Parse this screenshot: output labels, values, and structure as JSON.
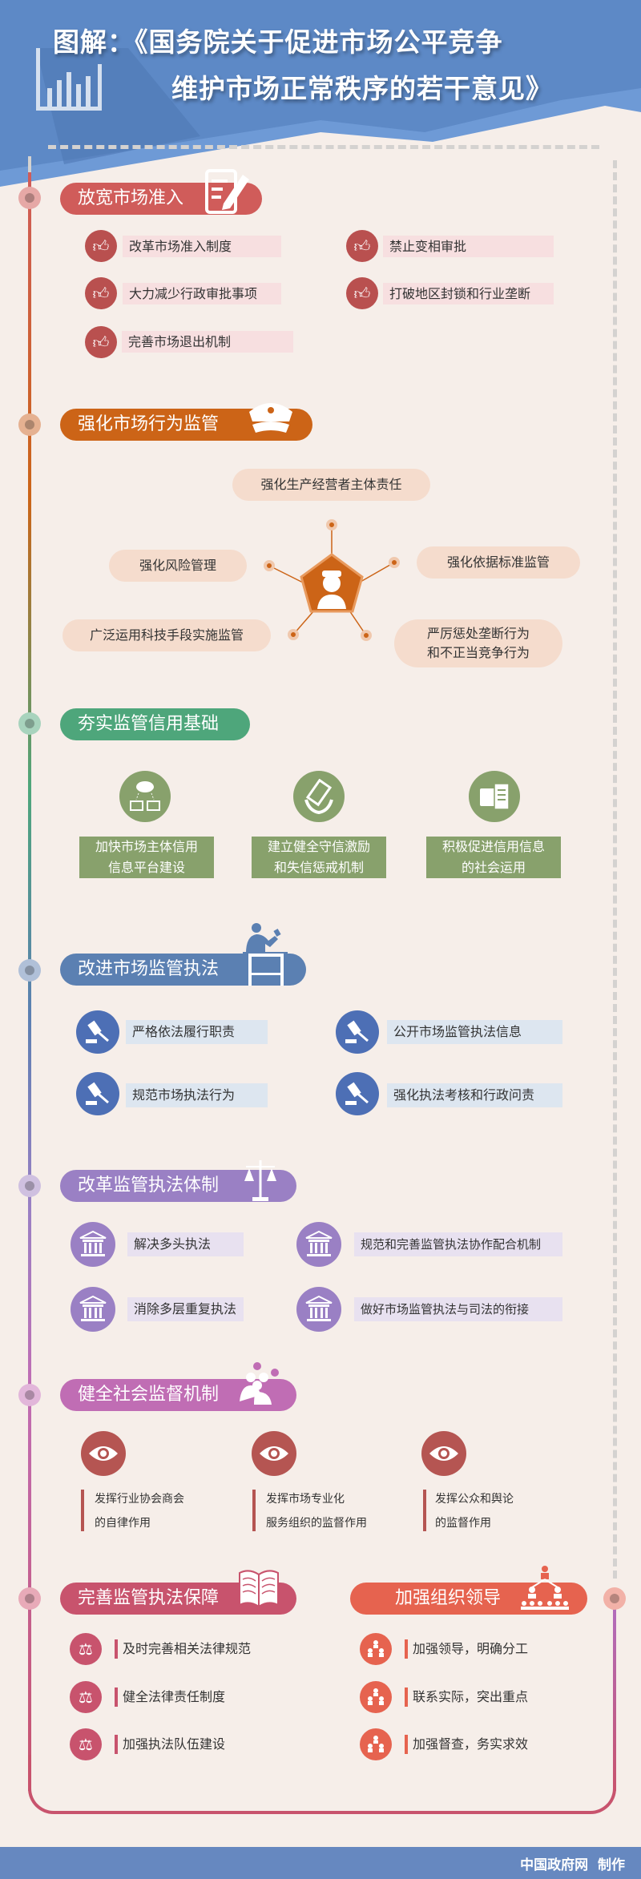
{
  "header": {
    "title_line1": "图解：《国务院关于促进市场公平竞争",
    "title_line2": "维护市场正常秩序的若干意见》"
  },
  "colors": {
    "background": "#f6eee9",
    "header_blue": "#5d89c6",
    "s1": "#d05c5a",
    "s2": "#cc6417",
    "s3": "#4ea67b",
    "s4": "#5b80b2",
    "s5": "#9a80c4",
    "s6": "#c06db4",
    "s7a": "#c8536d",
    "s7b": "#e6634f"
  },
  "sections": {
    "s1": {
      "title": "放宽市场准入",
      "items": [
        "改革市场准入制度",
        "禁止变相审批",
        "大力减少行政审批事项",
        "打破地区封锁和行业垄断",
        "完善市场退出机制"
      ]
    },
    "s2": {
      "title": "强化市场行为监管",
      "items": [
        "强化生产经营者主体责任",
        "强化风险管理",
        "强化依据标准监管",
        "广泛运用科技手段实施监管",
        "严厉惩处垄断行为",
        "和不正当竞争行为"
      ]
    },
    "s3": {
      "title": "夯实监管信用基础",
      "items": [
        [
          "加快市场主体信用",
          "信息平台建设"
        ],
        [
          "建立健全守信激励",
          "和失信惩戒机制"
        ],
        [
          "积极促进信用信息",
          "的社会运用"
        ]
      ]
    },
    "s4": {
      "title": "改进市场监管执法",
      "items": [
        "严格依法履行职责",
        "公开市场监管执法信息",
        "规范市场执法行为",
        "强化执法考核和行政问责"
      ]
    },
    "s5": {
      "title": "改革监管执法体制",
      "items": [
        "解决多头执法",
        "规范和完善监管执法协作配合机制",
        "消除多层重复执法",
        "做好市场监管执法与司法的衔接"
      ]
    },
    "s6": {
      "title": "健全社会监督机制",
      "items": [
        [
          "发挥行业协会商会",
          "的自律作用"
        ],
        [
          "发挥市场专业化",
          "服务组织的监督作用"
        ],
        [
          "发挥公众和舆论",
          "的监督作用"
        ]
      ]
    },
    "s7a": {
      "title": "完善监管执法保障",
      "items": [
        "及时完善相关法律规范",
        "健全法律责任制度",
        "加强执法队伍建设"
      ]
    },
    "s7b": {
      "title": "加强组织领导",
      "items": [
        "加强领导，明确分工",
        "联系实际，突出重点",
        "加强督查，务实求效"
      ]
    }
  },
  "footer": {
    "credit": "中国政府网  制作"
  }
}
